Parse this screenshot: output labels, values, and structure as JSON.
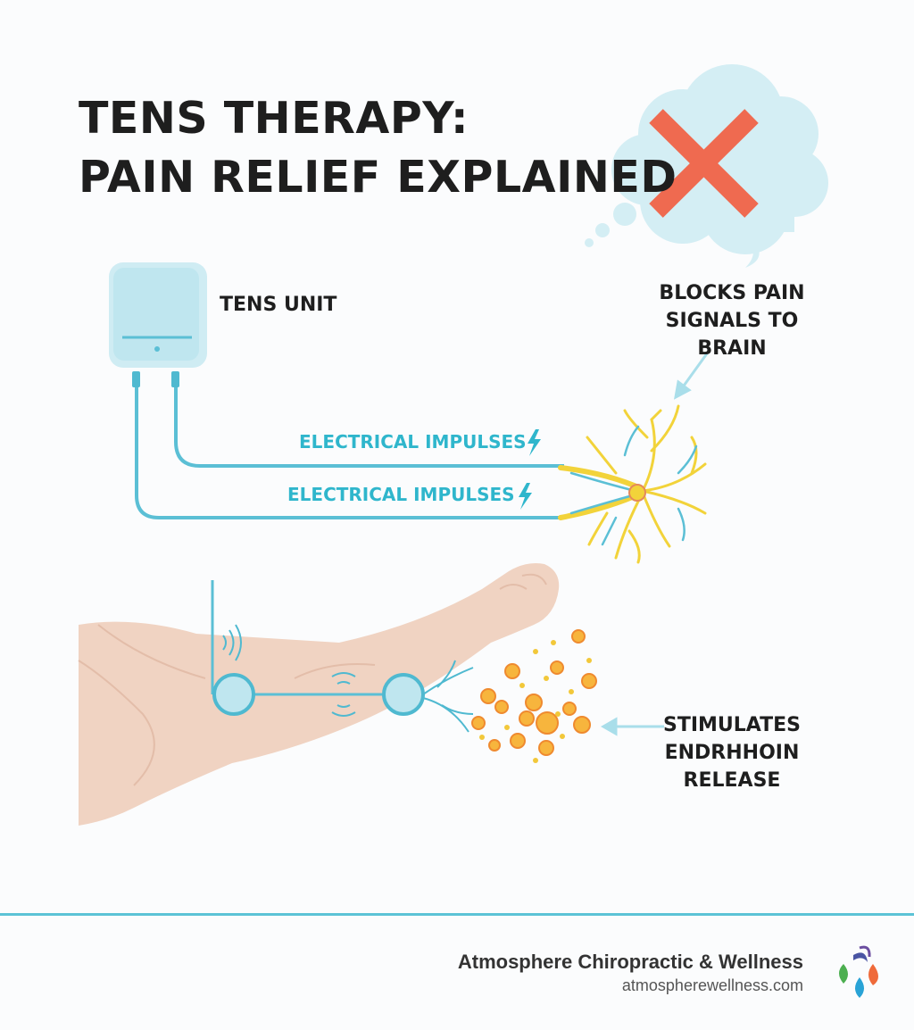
{
  "title": {
    "line1": "TENS THERAPY:",
    "line2": "PAIN RELIEF EXPLAINED"
  },
  "labels": {
    "tens_unit": "TENS UNIT",
    "blocks_line1": "BLOCKS PAIN",
    "blocks_line2": "SIGNALS TO BRAIN",
    "impulses_top": "ELECTRICAL IMPULSES",
    "impulses_bottom": "ELECTRICAL IMPULSES",
    "stimulates_line1": "STIMULATES",
    "stimulates_line2": "ENDRHHOIN",
    "stimulates_line3": "RELEASE"
  },
  "footer": {
    "company": "Atmosphere Chiropractic & Wellness",
    "website": "atmospherewellness.com"
  },
  "colors": {
    "wire": "#5bbfd5",
    "impulse_text": "#2fb6cc",
    "x_mark": "#ef6a50",
    "cloud": "#d4eef4",
    "nerve": "#f2d33a",
    "skin": "#f0d3c2",
    "endorphin": "#f2a03a"
  },
  "icons": [
    "thought-cloud-icon",
    "x-mark-icon",
    "tens-device-icon",
    "lightning-icon",
    "neuron-icon",
    "arm-illustration",
    "electrode-icon",
    "endorphin-particles-icon",
    "arrow-icon",
    "brand-logo-icon"
  ]
}
